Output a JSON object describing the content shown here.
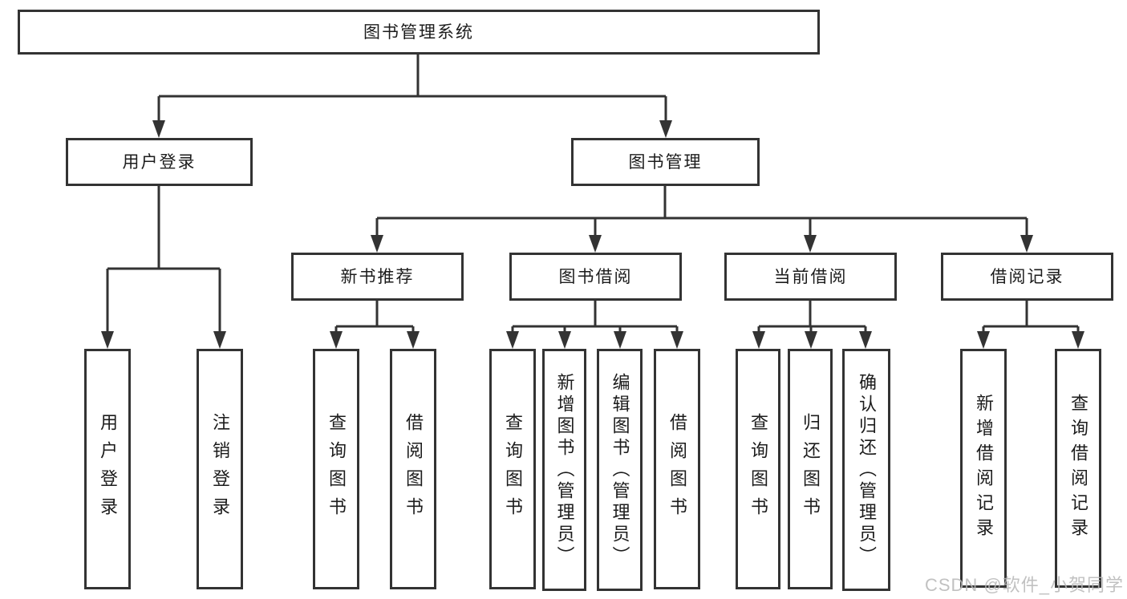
{
  "tree": {
    "root": {
      "label": "图书管理系统",
      "children": [
        {
          "label": "用户登录",
          "children": [
            {
              "label": "用户登录"
            },
            {
              "label": "注销登录"
            }
          ]
        },
        {
          "label": "图书管理",
          "children": [
            {
              "label": "新书推荐",
              "children": [
                {
                  "label": "查询图书"
                },
                {
                  "label": "借阅图书"
                }
              ]
            },
            {
              "label": "图书借阅",
              "children": [
                {
                  "label": "查询图书"
                },
                {
                  "label": "新增图书（管理员）"
                },
                {
                  "label": "编辑图书（管理员）"
                },
                {
                  "label": "借阅图书"
                }
              ]
            },
            {
              "label": "当前借阅",
              "children": [
                {
                  "label": "查询图书"
                },
                {
                  "label": "归还图书"
                },
                {
                  "label": "确认归还（管理员）"
                }
              ]
            },
            {
              "label": "借阅记录",
              "children": [
                {
                  "label": "新增借阅记录"
                },
                {
                  "label": "查询借阅记录"
                }
              ]
            }
          ]
        }
      ]
    }
  },
  "watermark": {
    "text": "CSDN @软件_小贺同学"
  },
  "colors": {
    "line": "#333333",
    "text": "#1c1c1c",
    "watermark": "#b7b7b7",
    "background": "#ffffff"
  }
}
